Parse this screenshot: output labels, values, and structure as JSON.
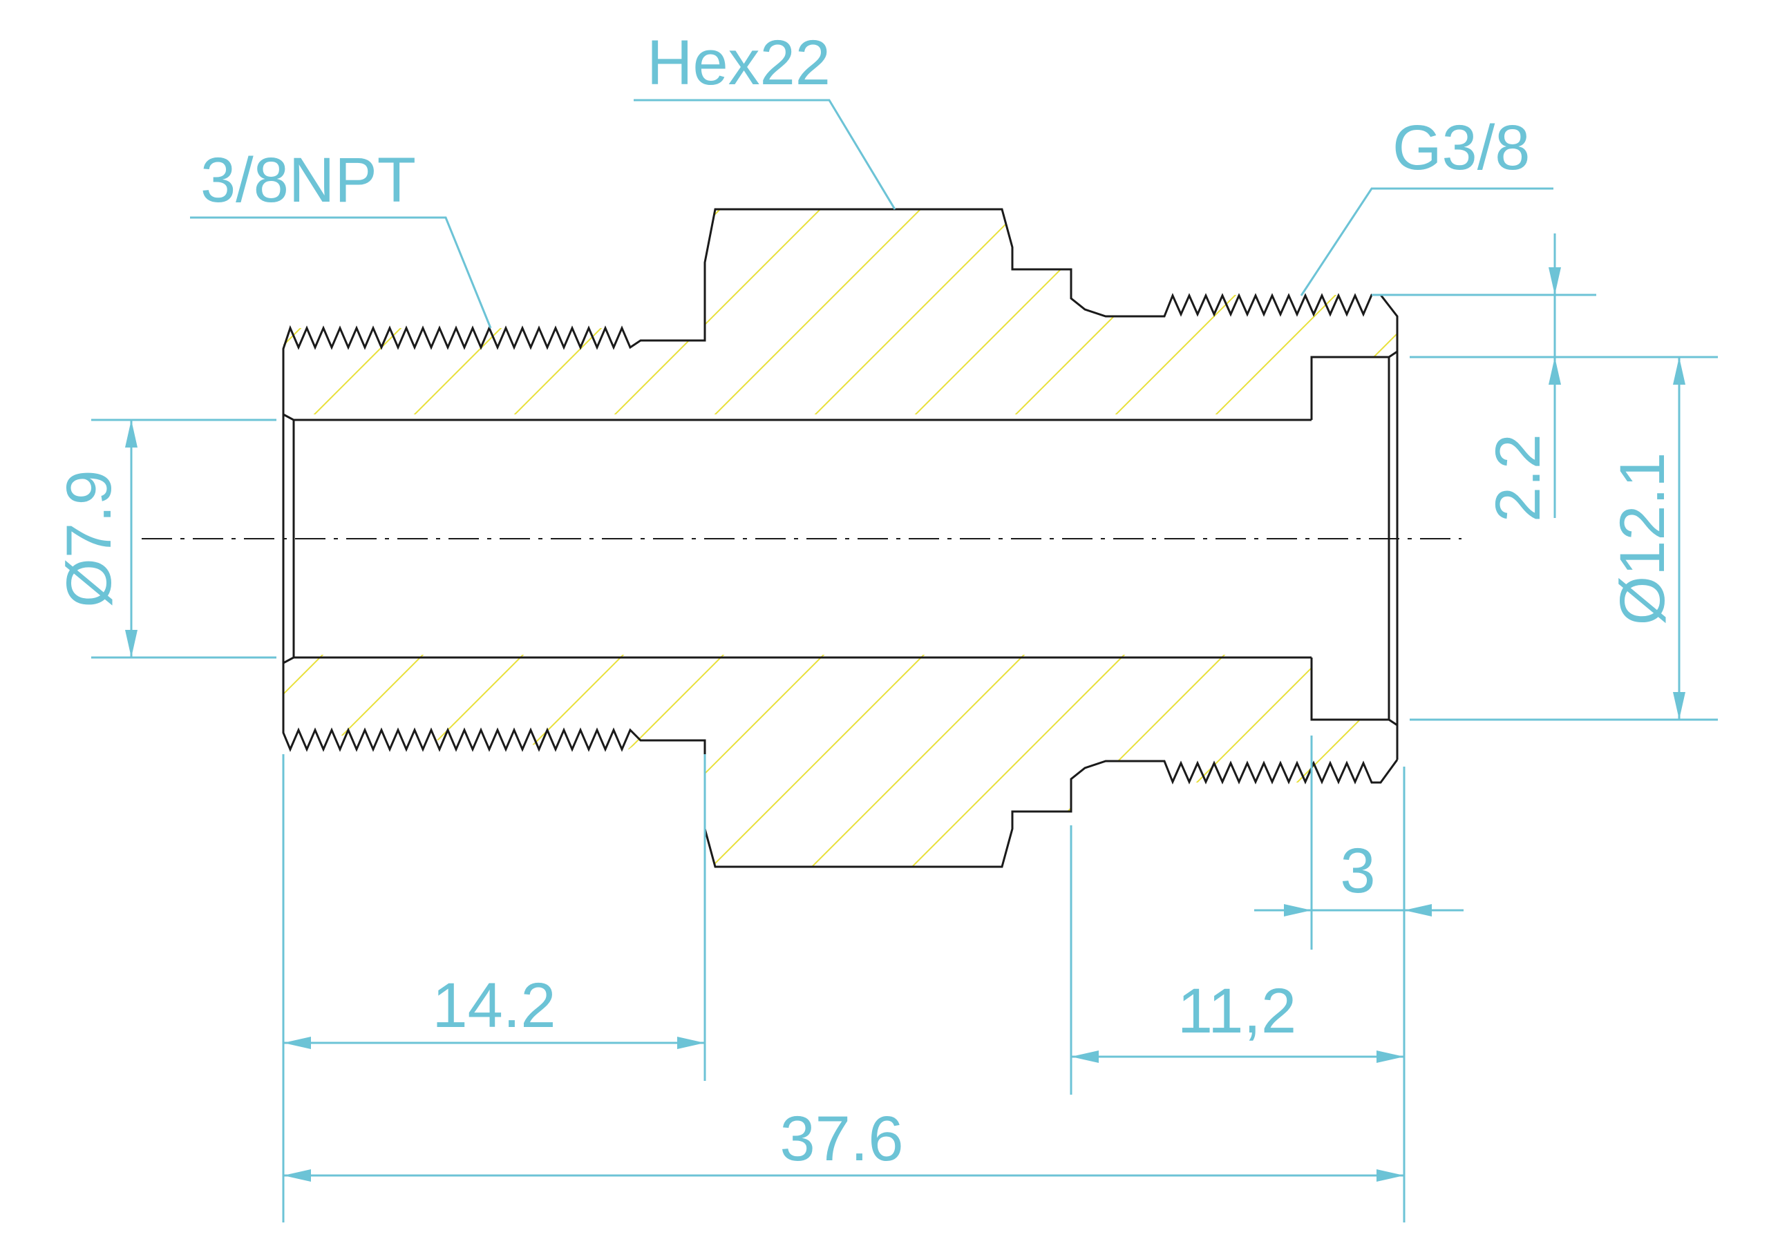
{
  "labels": {
    "hex": "Hex22",
    "npt_thread": "3/8NPT",
    "g_thread": "G3/8",
    "bore_diameter": "Ø7.9",
    "recess_diameter": "Ø12.1",
    "recess_wall": "2.2",
    "recess_depth": "3",
    "npt_length": "14.2",
    "g_length": "11,2",
    "total_length": "37.6"
  },
  "colors": {
    "dimension": "#6cc3d6",
    "outline": "#1a1a1a",
    "hatch": "#e8e03a"
  }
}
